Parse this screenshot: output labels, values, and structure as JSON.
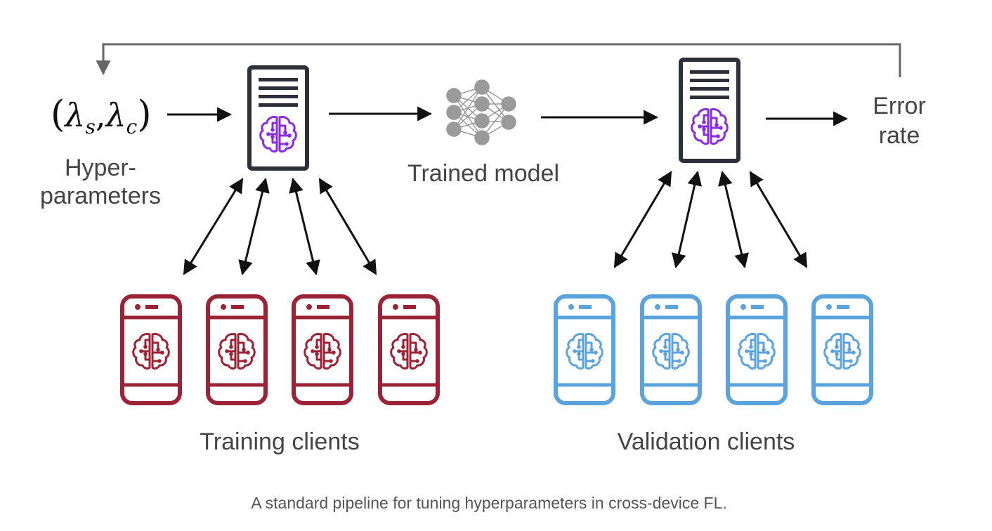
{
  "hyperparams": {
    "lambda_symbol": "λ",
    "sub_s": "s",
    "sub_c": "c",
    "label_line1": "Hyper-",
    "label_line2": "parameters"
  },
  "trained_model_label": "Trained model",
  "error_rate": {
    "line1": "Error",
    "line2": "rate"
  },
  "training_clients_label": "Training clients",
  "validation_clients_label": "Validation clients",
  "caption": "A standard pipeline for tuning hyperparameters in cross-device FL.",
  "colors": {
    "server": "#2d2f3a",
    "server_brain": "#8a2be2",
    "training_client": "#9b2335",
    "validation_client": "#5ba3dc",
    "network_node": "#9a9a9a",
    "arrow": "#111111",
    "feedback_line": "#666666"
  }
}
